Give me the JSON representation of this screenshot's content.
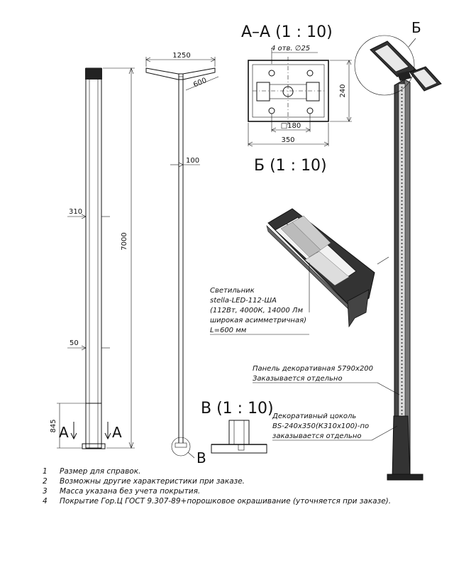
{
  "dimensions": {
    "pole_height": "7000",
    "pole_top_width": "310",
    "pole_bottom_width": "50",
    "base_height": "845",
    "arm_span": "1250",
    "arm_length": "600",
    "pole_diameter": "100",
    "flange_hole_square": "□180",
    "flange_width": "350",
    "flange_height": "240",
    "holes": "4 отв. ∅25"
  },
  "section_labels": {
    "a_left": "А",
    "a_right": "А",
    "b_marker": "Б",
    "v_marker": "В"
  },
  "views": {
    "section_aa": "А–А (1 : 10)",
    "view_b": "Б (1 : 10)",
    "view_v": "В (1 : 10)"
  },
  "callouts": {
    "luminaire": [
      "Светильник",
      "stella-LED-112-ША",
      "(112Вт, 4000К, 14000 Лм",
      "широкая асимметричная)",
      "L=600 мм"
    ],
    "panel": [
      "Панель декоративная 5790х200",
      "Заказывается отдельно"
    ],
    "base": [
      "Декоративный цоколь",
      "BS-240х350(К310х100)-по",
      "заказывается отдельно"
    ]
  },
  "notes": [
    {
      "num": "1",
      "text": "Размер для справок."
    },
    {
      "num": "2",
      "text": "Возможны другие характеристики при заказе."
    },
    {
      "num": "3",
      "text": "Масса указана без учета покрытия."
    },
    {
      "num": "4",
      "text": "Покрытие Гор.Ц ГОСТ 9.307-89+порошковое окрашивание (уточняется при заказе)."
    }
  ]
}
